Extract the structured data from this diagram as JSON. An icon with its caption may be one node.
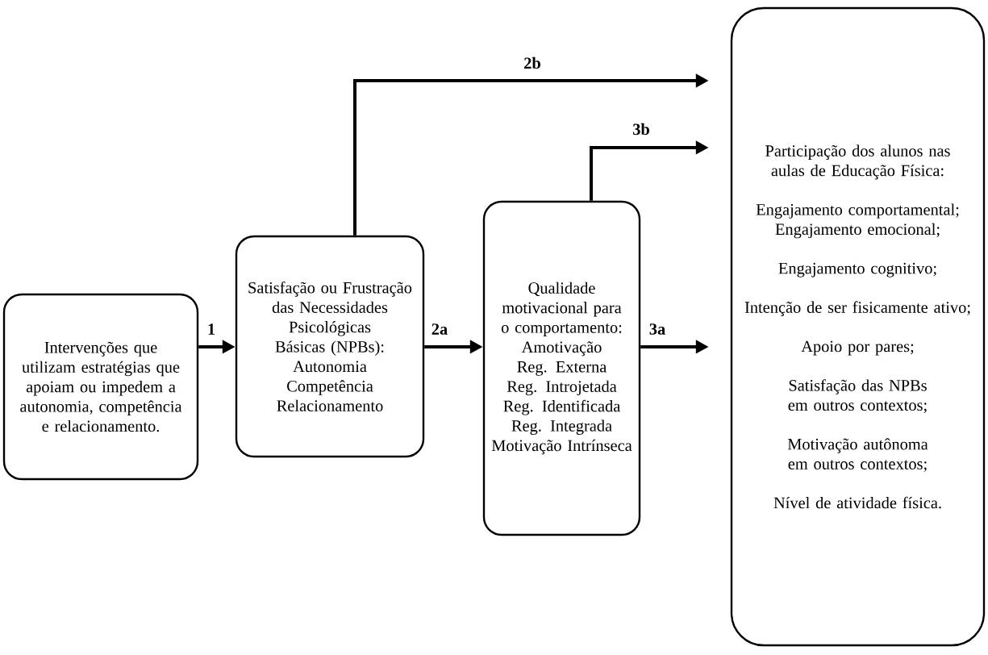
{
  "diagram": {
    "nodes": [
      {
        "text": [
          "Intervenções que utilizam estratégias que apoiam ou impedem a autonomia, competência e relacionamento."
        ]
      },
      {
        "text": [
          "Satisfação ou Frustração das Necessidades Psicológicas Básicas (NPBs):",
          "Autonomia",
          "Competência",
          "Relacionamento"
        ]
      },
      {
        "text": [
          "Qualidade motivacional para o comportamento:",
          "Amotivação",
          "Reg. Externa",
          "Reg. Introjetada",
          "Reg. Identificada",
          "Reg. Integrada",
          "Motivação Intrínseca"
        ]
      },
      {
        "text": [
          "Participação dos alunos nas aulas de Educação Física:",
          "Engajamento comportamental;",
          "Engajamento emocional;",
          "Engajamento cognitivo;",
          "Intenção de ser fisicamente ativo;",
          "Apoio por pares;",
          "Satisfação das NPBs em outros contextos;",
          "Motivação autônoma em outros contextos;",
          "Nível de atividade física."
        ]
      }
    ],
    "edges": [
      {
        "from": 0,
        "to": 1,
        "arrow": "to",
        "label": "1"
      },
      {
        "from": 1,
        "to": 2,
        "arrow": "to",
        "label": "2a"
      },
      {
        "from": 1,
        "to": 3,
        "arrow": "to",
        "label": "2b"
      },
      {
        "from": 2,
        "to": 3,
        "arrow": "to",
        "label": "3b"
      },
      {
        "from": 2,
        "to": 3,
        "arrow": "to",
        "label": "3a"
      }
    ]
  }
}
